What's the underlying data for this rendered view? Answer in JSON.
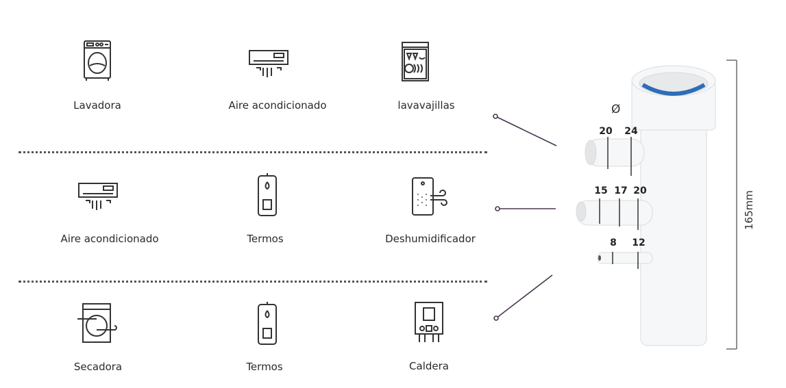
{
  "rows": [
    {
      "items": [
        {
          "label": "Lavadora",
          "icon": "washing-machine-icon"
        },
        {
          "label": "Aire acondicionado",
          "icon": "air-conditioner-icon"
        },
        {
          "label": "lavavajillas",
          "icon": "dishwasher-icon"
        }
      ]
    },
    {
      "items": [
        {
          "label": "Aire acondicionado",
          "icon": "air-conditioner-icon"
        },
        {
          "label": "Termos",
          "icon": "water-heater-icon"
        },
        {
          "label": "Deshumidificador",
          "icon": "dehumidifier-icon"
        }
      ]
    },
    {
      "items": [
        {
          "label": "Secadora",
          "icon": "dryer-icon"
        },
        {
          "label": "Termos",
          "icon": "water-heater-icon"
        },
        {
          "label": "Caldera",
          "icon": "boiler-icon"
        }
      ]
    }
  ],
  "pipe": {
    "diameter_symbol": "Ø",
    "outlet_top": [
      "20",
      "24"
    ],
    "outlet_middle": [
      "15",
      "17",
      "20"
    ],
    "outlet_bottom": [
      "8",
      "12"
    ],
    "height_label": "165mm",
    "ring_color": "#2f6db5"
  }
}
